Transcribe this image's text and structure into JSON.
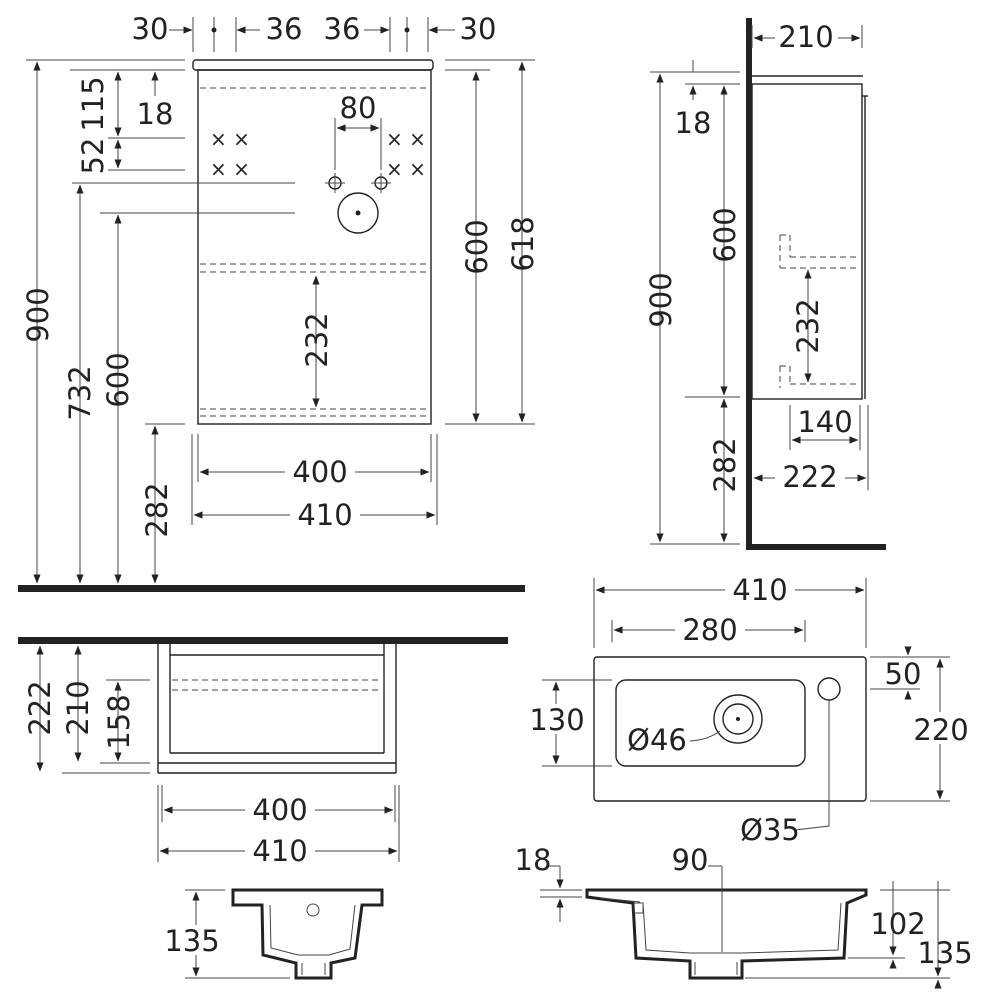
{
  "front_view": {
    "top_dims": [
      "30",
      "36",
      "36",
      "30"
    ],
    "left_dims": [
      "115",
      "18",
      "52",
      "900",
      "732",
      "600",
      "282"
    ],
    "inner_dims": [
      "80",
      "232"
    ],
    "right_dims": [
      "600",
      "618"
    ],
    "bottom_dims": [
      "400",
      "410"
    ]
  },
  "side_view": {
    "top_dims": [
      "210"
    ],
    "left_dims": [
      "18",
      "600",
      "900",
      "232",
      "282"
    ],
    "bottom_dims": [
      "140",
      "222"
    ]
  },
  "plan_view": {
    "left_dims": [
      "222",
      "210",
      "158"
    ],
    "bottom_dims": [
      "400",
      "410"
    ]
  },
  "basin_top_view": {
    "dims": [
      "410",
      "280",
      "50",
      "130",
      "220"
    ],
    "callouts": [
      "Ø46",
      "Ø35"
    ]
  },
  "basin_section_left": {
    "dims": [
      "135"
    ]
  },
  "basin_section_right": {
    "dims": [
      "18",
      "90",
      "102",
      "135"
    ]
  },
  "colors": {
    "line": "#222222",
    "background": "#ffffff"
  }
}
